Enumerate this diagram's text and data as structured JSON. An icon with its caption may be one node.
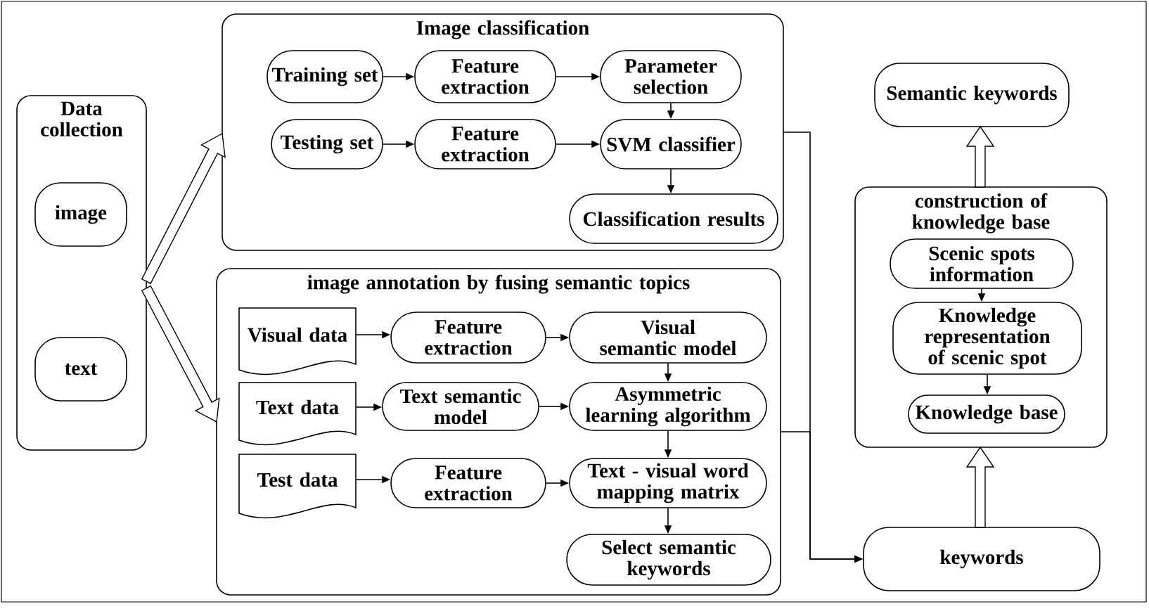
{
  "diagram": {
    "nodes": [
      {
        "text": [
          "Data collection"
        ]
      },
      {
        "text": [
          "image"
        ],
        "in": 0
      },
      {
        "text": [
          "text"
        ],
        "in": 0
      },
      {
        "text": [
          "Image classification"
        ]
      },
      {
        "text": [
          "Training set"
        ],
        "in": 3
      },
      {
        "text": [
          "Feature extraction"
        ],
        "in": 3
      },
      {
        "text": [
          "Parameter selection"
        ],
        "in": 3
      },
      {
        "text": [
          "Testing set"
        ],
        "in": 3
      },
      {
        "text": [
          "Feature extraction"
        ],
        "in": 3
      },
      {
        "text": [
          "SVM classifier"
        ],
        "in": 3
      },
      {
        "text": [
          "Classification results"
        ],
        "in": 3
      },
      {
        "text": [
          "image annotation by fusing semantic topics"
        ]
      },
      {
        "text": [
          "Visual data"
        ],
        "in": 11
      },
      {
        "text": [
          "Feature extraction"
        ],
        "in": 11
      },
      {
        "text": [
          "Visual semantic model"
        ],
        "in": 11
      },
      {
        "text": [
          "Text data"
        ],
        "in": 11
      },
      {
        "text": [
          "Text semantic model"
        ],
        "in": 11
      },
      {
        "text": [
          "Asymmetric learning algorithm"
        ],
        "in": 11
      },
      {
        "text": [
          "Test data"
        ],
        "in": 11
      },
      {
        "text": [
          "Feature extraction"
        ],
        "in": 11
      },
      {
        "text": [
          "Text - visual word mapping matrix"
        ],
        "in": 11
      },
      {
        "text": [
          "Select semantic keywords"
        ],
        "in": 11
      },
      {
        "text": [
          "Semantic keywords"
        ]
      },
      {
        "text": [
          "construction of knowledge base"
        ]
      },
      {
        "text": [
          "Scenic spots information"
        ],
        "in": 23
      },
      {
        "text": [
          "Knowledge representation of scenic spot"
        ],
        "in": 23
      },
      {
        "text": [
          "Knowledge base"
        ],
        "in": 23
      },
      {
        "text": [
          "keywords"
        ]
      }
    ],
    "edges": [
      {
        "from": 0,
        "to": 3,
        "arrow": "to",
        "style": "thick"
      },
      {
        "from": 0,
        "to": 11,
        "arrow": "to",
        "style": "thick"
      },
      {
        "from": 4,
        "to": 5,
        "arrow": "to"
      },
      {
        "from": 5,
        "to": 6,
        "arrow": "to"
      },
      {
        "from": 6,
        "to": 9,
        "arrow": "to"
      },
      {
        "from": 7,
        "to": 8,
        "arrow": "to"
      },
      {
        "from": 8,
        "to": 9,
        "arrow": "to"
      },
      {
        "from": 9,
        "to": 10,
        "arrow": "to"
      },
      {
        "from": 12,
        "to": 13,
        "arrow": "to"
      },
      {
        "from": 13,
        "to": 14,
        "arrow": "to"
      },
      {
        "from": 14,
        "to": 17,
        "arrow": "to"
      },
      {
        "from": 15,
        "to": 16,
        "arrow": "to"
      },
      {
        "from": 16,
        "to": 17,
        "arrow": "to"
      },
      {
        "from": 17,
        "to": 20,
        "arrow": "to"
      },
      {
        "from": 18,
        "to": 19,
        "arrow": "to"
      },
      {
        "from": 19,
        "to": 20,
        "arrow": "to"
      },
      {
        "from": 20,
        "to": 21,
        "arrow": "to"
      },
      {
        "from": 3,
        "to": 27,
        "arrow": "to"
      },
      {
        "from": 11,
        "to": 27,
        "arrow": "to"
      },
      {
        "from": 27,
        "to": 23,
        "arrow": "to",
        "style": "thick"
      },
      {
        "from": 23,
        "to": 22,
        "arrow": "to",
        "style": "thick"
      },
      {
        "from": 24,
        "to": 25,
        "arrow": "to"
      },
      {
        "from": 25,
        "to": 26,
        "arrow": "to"
      }
    ]
  }
}
